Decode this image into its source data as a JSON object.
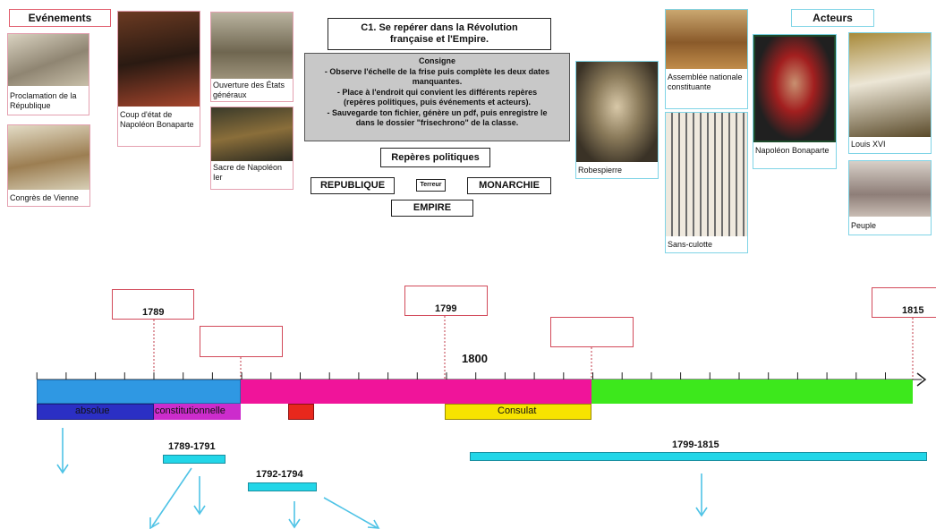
{
  "headers": {
    "evenements": "Evénements",
    "acteurs": "Acteurs"
  },
  "title": {
    "line1": "C1. Se repérer dans la Révolution",
    "line2": "française et l'Empire."
  },
  "consigne": {
    "heading": "Consigne",
    "lines": [
      "- Observe l'échelle de la frise puis complète les deux dates",
      "manquantes.",
      "- Place à l'endroit qui convient les différents repères",
      "(repères politiques, puis événements et acteurs).",
      "- Sauvegarde ton fichier, génère un pdf, puis enregistre le",
      "dans le dossier \"frisechrono\" de la classe."
    ]
  },
  "reperes": {
    "title": "Repères politiques",
    "republique": "REPUBLIQUE",
    "terreur": "Terreur",
    "monarchie": "MONARCHIE",
    "empire": "EMPIRE"
  },
  "events": {
    "proclamation": "Proclamation de la République",
    "coup": "Coup d'état de Napoléon Bonaparte",
    "ouverture": "Ouverture des États généraux",
    "sacre": "Sacre de Napoléon Ier",
    "congres": "Congrès de Vienne"
  },
  "actors": {
    "robespierre": "Robespierre",
    "assemblee": "Assemblée nationale constituante",
    "sansculotte": "Sans-culotte",
    "napoleon": "Napoléon Bonaparte",
    "louis": "Louis XVI",
    "peuple": "Peuple"
  },
  "timeline": {
    "dates": {
      "d1789": "1789",
      "d1799": "1799",
      "d1815": "1815",
      "d1800": "1800"
    },
    "segments": {
      "absolue": "absolue",
      "constitutionnelle": "constitutionnelle",
      "consulat": "Consulat"
    },
    "periods": {
      "p1": "1789-1791",
      "p2": "1792-1794",
      "p3": "1799-1815"
    }
  },
  "colors": {
    "monarchie": "#2f98e3",
    "republique": "#f0149a",
    "empire": "#3de81c",
    "absolue": "#2b2fc4",
    "constitutionnelle": "#cc2ccc",
    "terreur": "#e8281c",
    "consulat": "#f7e300",
    "cyan": "#22d6e8"
  }
}
